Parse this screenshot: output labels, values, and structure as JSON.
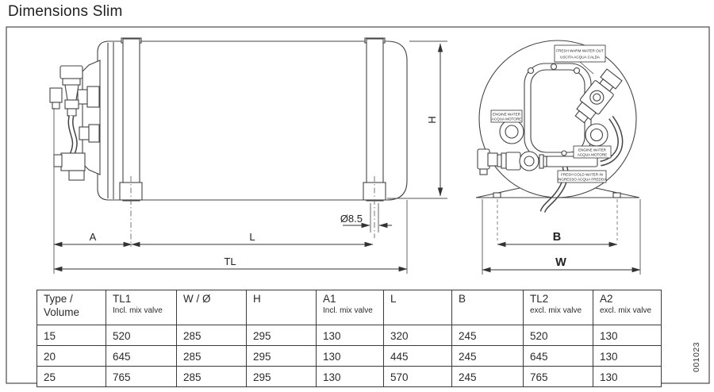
{
  "page": {
    "title": "Dimensions Slim",
    "doc_number": "001023"
  },
  "drawing": {
    "dims": {
      "A": "A",
      "L": "L",
      "TL": "TL",
      "H": "H",
      "B": "B",
      "W": "W",
      "hole_diameter": "Ø8.5"
    },
    "ports": {
      "warm_out": [
        "FRESH WARM WATER OUT",
        "USCITA ACQUA CALDA"
      ],
      "engine_left": [
        "ENGINE WATER",
        "ACQUA MOTORE"
      ],
      "engine_right": [
        "ENGINE WATER",
        "ACQUA MOTORE"
      ],
      "cold_in": [
        "FRESH COLD WATER IN",
        "INGRESSO ACQUA FREDDA"
      ]
    }
  },
  "table": {
    "headers": [
      {
        "label": "Type / Volume",
        "sub": ""
      },
      {
        "label": "TL1",
        "sub": "Incl. mix valve"
      },
      {
        "label": "W / Ø",
        "sub": ""
      },
      {
        "label": "H",
        "sub": ""
      },
      {
        "label": "A1",
        "sub": "Incl. mix valve"
      },
      {
        "label": "L",
        "sub": ""
      },
      {
        "label": "B",
        "sub": ""
      },
      {
        "label": "TL2",
        "sub": "excl. mix valve"
      },
      {
        "label": "A2",
        "sub": "excl. mix valve"
      }
    ],
    "rows": [
      [
        "15",
        "520",
        "285",
        "295",
        "130",
        "320",
        "245",
        "520",
        "130"
      ],
      [
        "20",
        "645",
        "285",
        "295",
        "130",
        "445",
        "245",
        "645",
        "130"
      ],
      [
        "25",
        "765",
        "285",
        "295",
        "130",
        "570",
        "245",
        "765",
        "130"
      ]
    ]
  },
  "colors": {
    "line": "#444444",
    "text": "#222222",
    "frame": "#4a4a4a"
  }
}
